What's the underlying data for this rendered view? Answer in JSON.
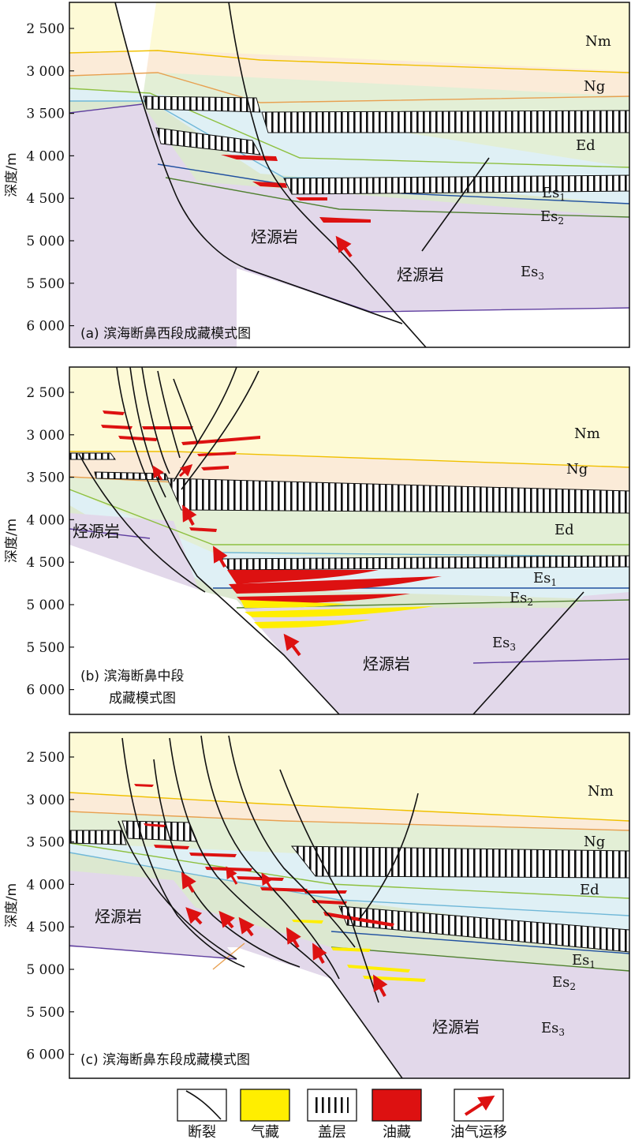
{
  "axis": {
    "ylabel": "深度/m",
    "ticks": [
      "2 500",
      "3 000",
      "3 500",
      "4 000",
      "4 500",
      "5 000",
      "5 500",
      "6 000"
    ]
  },
  "formations": {
    "nm": "Nm",
    "ng": "Ng",
    "ed": "Ed",
    "es": "Es",
    "es1_sub": "1",
    "es2_sub": "2",
    "es3_sub": "3"
  },
  "source_rock": "烃源岩",
  "panels": [
    {
      "caption": "(a) 滨海断鼻西段成藏模式图"
    },
    {
      "caption_line1": "(b) 滨海断鼻中段",
      "caption_line2": "成藏模式图"
    },
    {
      "caption": "(c) 滨海断鼻东段成藏模式图"
    }
  ],
  "legend": [
    {
      "label": "断裂",
      "icon": "fault-line-icon"
    },
    {
      "label": "气藏",
      "icon": "gas-reservoir-swatch",
      "color": "#ffee00"
    },
    {
      "label": "盖层",
      "icon": "caprock-hatch-swatch"
    },
    {
      "label": "油藏",
      "icon": "oil-reservoir-swatch",
      "color": "#dd1111"
    },
    {
      "label": "油气运移",
      "icon": "migration-arrow-icon",
      "color": "#dd1111"
    }
  ],
  "colors": {
    "nm": "#fdfad6",
    "ng": "#fbebd8",
    "ed": "#e3efd6",
    "es1": "#dff0f5",
    "es2": "#dce8d0",
    "es3": "#e2d8ea",
    "oil": "#dd1111",
    "gas": "#ffee00"
  }
}
